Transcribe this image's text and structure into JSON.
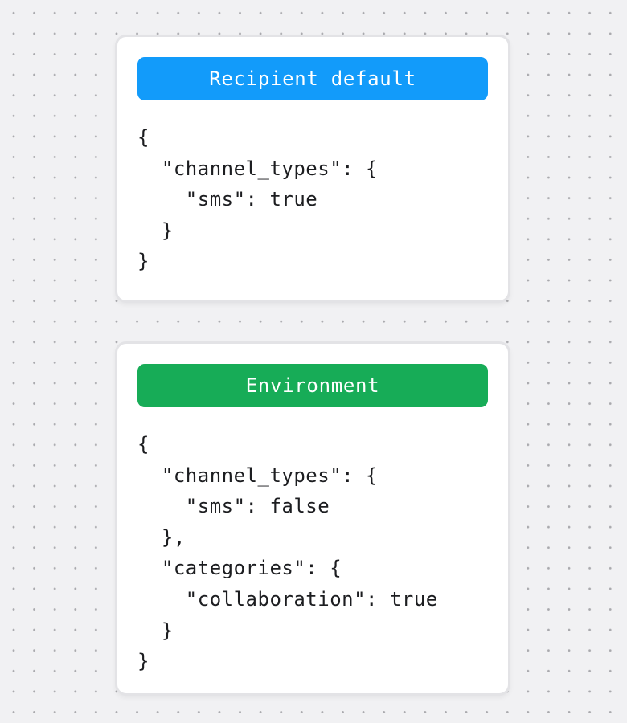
{
  "background": {
    "color": "#f1f1f3",
    "dot_color": "#a9a9ad"
  },
  "cards": [
    {
      "badge_label": "Recipient default",
      "badge_color": "#129bfa",
      "code": "{\n  \"channel_types\": {\n    \"sms\": true\n  }\n}"
    },
    {
      "badge_label": "Environment",
      "badge_color": "#17ac57",
      "code": "{\n  \"channel_types\": {\n    \"sms\": false\n  },\n  \"categories\": {\n    \"collaboration\": true\n  }\n}"
    }
  ]
}
